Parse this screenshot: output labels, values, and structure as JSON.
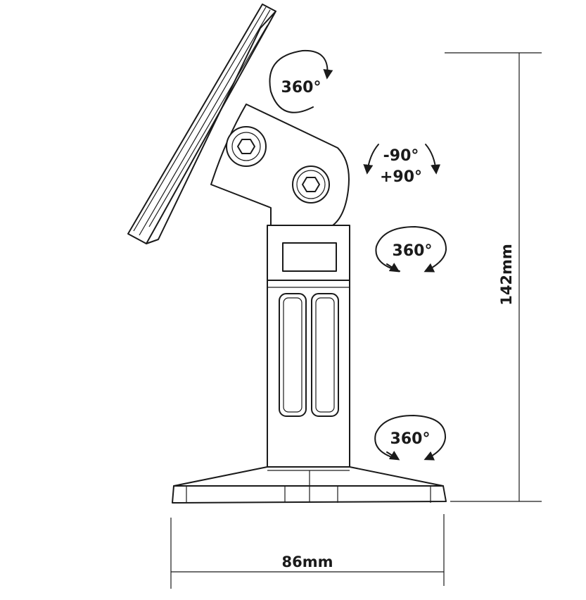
{
  "diagram": {
    "rotation_labels": {
      "plate": "360°",
      "tilt_minus": "-90°",
      "tilt_plus": "+90°",
      "collar": "360°",
      "base": "360°"
    },
    "dimensions": {
      "height": "142mm",
      "width": "86mm"
    },
    "colors": {
      "line": "#1a1a1a",
      "background": "#ffffff"
    }
  }
}
